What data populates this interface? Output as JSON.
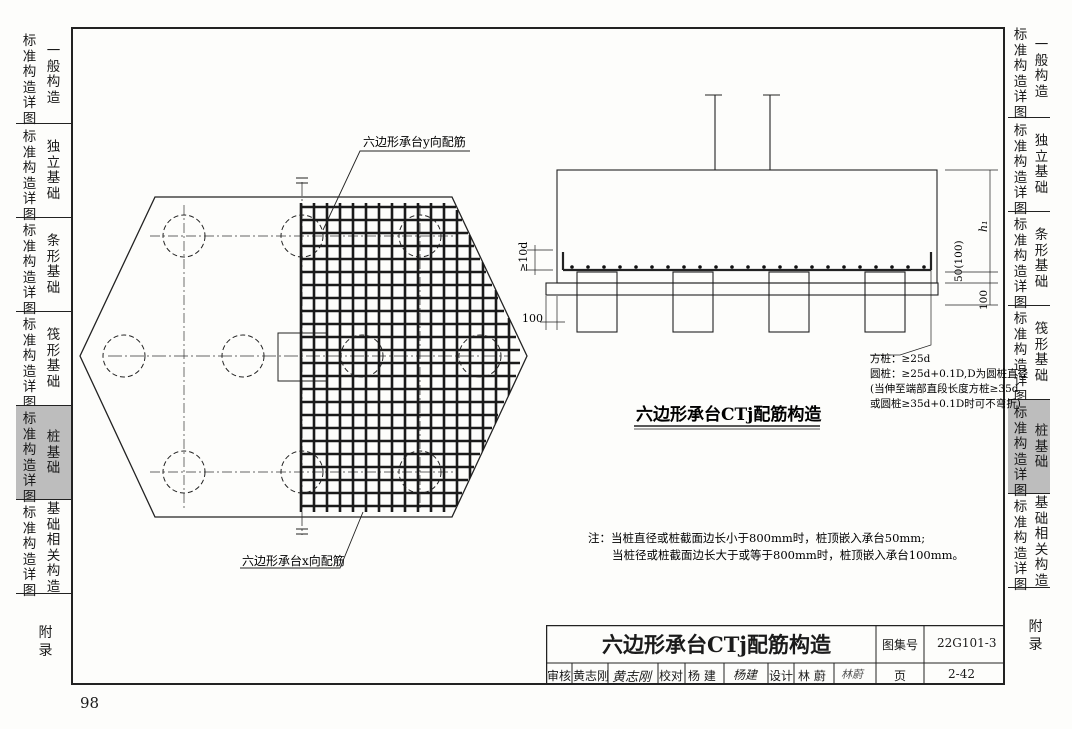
{
  "left_tabs": [
    {
      "col1": "标准构造详图",
      "col2": "一般构造",
      "active": false
    },
    {
      "col1": "标准构造详图",
      "col2": "独立基础",
      "active": false
    },
    {
      "col1": "标准构造详图",
      "col2": "条形基础",
      "active": false
    },
    {
      "col1": "标准构造详图",
      "col2": "筏形基础",
      "active": false
    },
    {
      "col1": "标准构造详图",
      "col2": "桩基础",
      "active": true
    },
    {
      "col1": "标准构造详图",
      "col2": "基础相关构造",
      "active": false
    },
    {
      "col1": "附录",
      "col2": "",
      "active": false
    }
  ],
  "right_tabs": [
    {
      "col1": "标准构造详图",
      "col2": "一般构造",
      "active": false
    },
    {
      "col1": "标准构造详图",
      "col2": "独立基础",
      "active": false
    },
    {
      "col1": "标准构造详图",
      "col2": "条形基础",
      "active": false
    },
    {
      "col1": "标准构造详图",
      "col2": "筏形基础",
      "active": false
    },
    {
      "col1": "标准构造详图",
      "col2": "桩基础",
      "active": true
    },
    {
      "col1": "标准构造详图",
      "col2": "基础相关构造",
      "active": false
    },
    {
      "col1": "附录",
      "col2": "",
      "active": false
    }
  ],
  "plan": {
    "label_y": "六边形承台y向配筋",
    "label_x": "六边形承台x向配筋"
  },
  "section": {
    "dim_10d": "≥10d",
    "dim_h1": "h₁",
    "dim_50_100": "50(100)",
    "dim_100_right": "100",
    "dim_100_left": "100",
    "anchor_note_1": "方桩：≥25d",
    "anchor_note_2": "圆桩：≥25d+0.1D,D为圆桩直径",
    "anchor_note_3": "(当伸至端部直段长度方桩≥35d",
    "anchor_note_4": "或圆桩≥35d+0.1D时可不弯折)",
    "caption": "六边形承台CTj配筋构造"
  },
  "notes": {
    "line1": "注：当桩直径或桩截面边长小于800mm时，桩顶嵌入承台50mm;",
    "line2": "当桩径或桩截面边长大于或等于800mm时，桩顶嵌入承台100mm。"
  },
  "title_block": {
    "title": "六边形承台CTj配筋构造",
    "atlas_label": "图集号",
    "atlas_no": "22G101-3",
    "review_label": "审核",
    "review_name": "黄志刚",
    "review_sign": "黄志刚",
    "check_label": "校对",
    "check_name": "杨 建",
    "check_sign": "杨建",
    "design_label": "设计",
    "design_name": "林 蔚",
    "design_sign": "林蔚",
    "page_label": "页",
    "page_no": "2-42"
  },
  "page_number": "98"
}
